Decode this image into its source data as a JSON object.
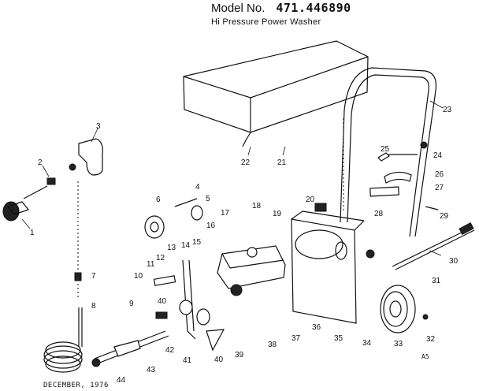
{
  "header": {
    "model_label": "Model No.",
    "model_number": "471.446890",
    "subtitle": "Hi Pressure Power Washer"
  },
  "footer": {
    "date": "DECEMBER, 1976",
    "mark": "A5"
  },
  "callouts": [
    "1",
    "2",
    "3",
    "4",
    "5",
    "6",
    "7",
    "8",
    "9",
    "10",
    "11",
    "12",
    "13",
    "14",
    "15",
    "16",
    "17",
    "18",
    "19",
    "20",
    "21",
    "22",
    "23",
    "24",
    "25",
    "26",
    "27",
    "28",
    "29",
    "30",
    "31",
    "32",
    "33",
    "34",
    "35",
    "36",
    "37",
    "38",
    "39",
    "40",
    "40",
    "41",
    "42",
    "43",
    "44"
  ]
}
